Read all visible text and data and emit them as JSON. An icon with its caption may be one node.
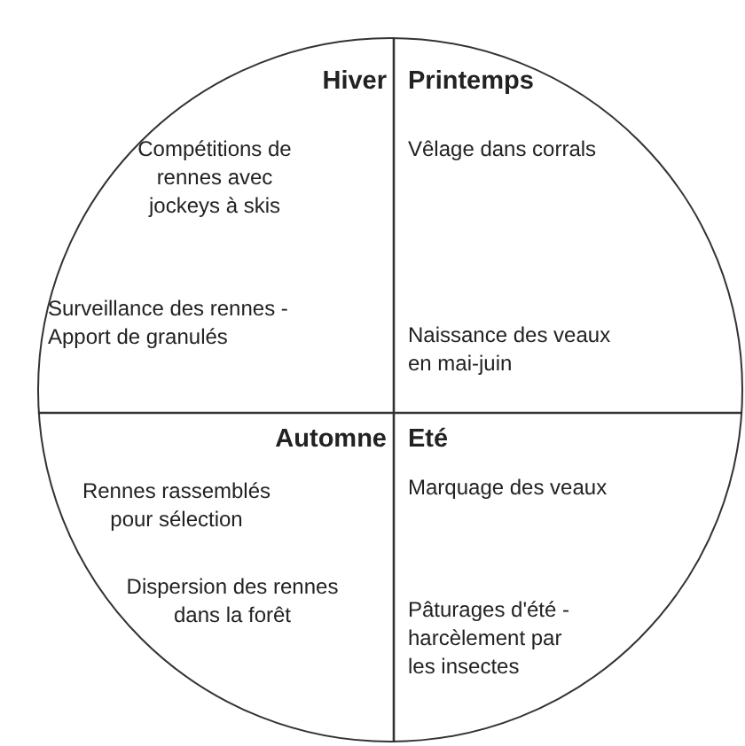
{
  "diagram": {
    "nodes": [
      {
        "text": [],
        "shape": "circle"
      },
      {
        "text": [
          "Hiver",
          "Compétitions de rennes avec jockeys à skis",
          "Surveillance des rennes - Apport de granulés"
        ],
        "in": 0
      },
      {
        "text": [
          "Printemps",
          "Vêlage dans corrals",
          "Naissance des veaux en mai-juin"
        ],
        "in": 0
      },
      {
        "text": [
          "Automne",
          "Rennes rassemblés pour sélection",
          "Dispersion des rennes dans la forêt"
        ],
        "in": 0
      },
      {
        "text": [
          "Eté",
          "Marquage des veaux",
          "Pâturages d'été - harcèlement par les insectes"
        ],
        "in": 0
      }
    ]
  }
}
